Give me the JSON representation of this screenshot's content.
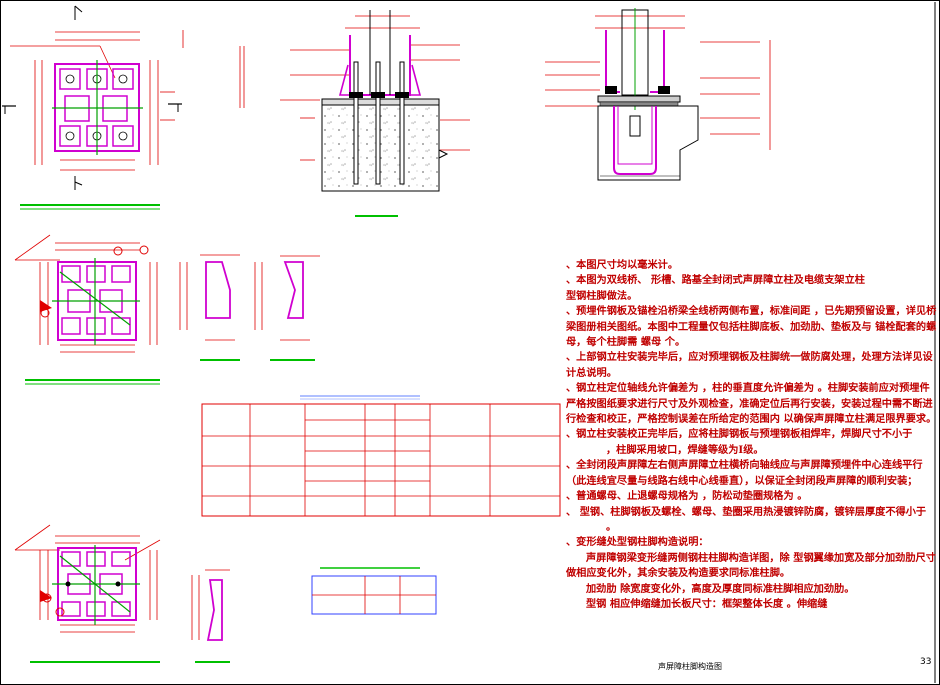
{
  "notes": {
    "n1": "、本图尺寸均以毫米计。",
    "n2a": "、本图为双线桥、 形槽、路基全封闭式声屏障立柱及电缆支架立柱",
    "n2b": "型钢柱脚做法。",
    "n3": "、预埋件钢板及锚栓沿桥梁全线桥两侧布置，标准间距 ，已先期预留设置，详见桥梁图册相关图纸。本图中工程量仅包括柱脚底板、加劲肋、垫板及与 锚栓配套的螺母，每个柱脚需 螺母 个。",
    "n4": "、上部钢立柱安装完毕后，应对预埋钢板及柱脚统一做防腐处理，处理方法详见设计总说明。",
    "n5": "、钢立柱定位轴线允许偏差为 ，柱的垂直度允许偏差为 。柱脚安装前应对预埋件严格按图纸要求进行尺寸及外观检查，准确定位后再行安装，安装过程中需不断进行检查和校正，严格控制误差在所给定的范围内 以确保声屏障立柱满足限界要求。",
    "n6a": "、钢立柱安装校正完毕后，应将柱脚钢板与预埋钢板相焊牢，焊脚尺寸不小于",
    "n6b": "，柱脚采用坡口，焊缝等级为Ⅰ级。",
    "n7": "、全封闭段声屏障左右侧声屏障立柱横桥向轴线应与声屏障预埋件中心连线平行（此连线宜尽量与线路右线中心线垂直），以保证全封闭段声屏障的顺利安装；",
    "n8": "、普通螺母、止退螺母规格为 ，防松动垫圈规格为 。",
    "n9a": "、 型钢、柱脚钢板及螺栓、螺母、垫圈采用热浸镀锌防腐，镀锌层厚度不得小于",
    "n9b": "。",
    "n10": "、变形缝处型钢柱脚构造说明：",
    "n10a": "声屏障钢梁变形缝两侧钢柱柱脚构造详图，除 型钢翼缘加宽及部分加劲肋尺寸做相应变化外，其余安装及构造要求同标准柱脚。",
    "n10b": "加劲肋 除宽度变化外，高度及厚度同标准柱脚相应加劲肋。",
    "n10c": "型钢 相应伸缩缝加长板尺寸：框架整体长度 。伸缩缝"
  },
  "page_number": "33",
  "caption": "声屏障柱脚构造图"
}
